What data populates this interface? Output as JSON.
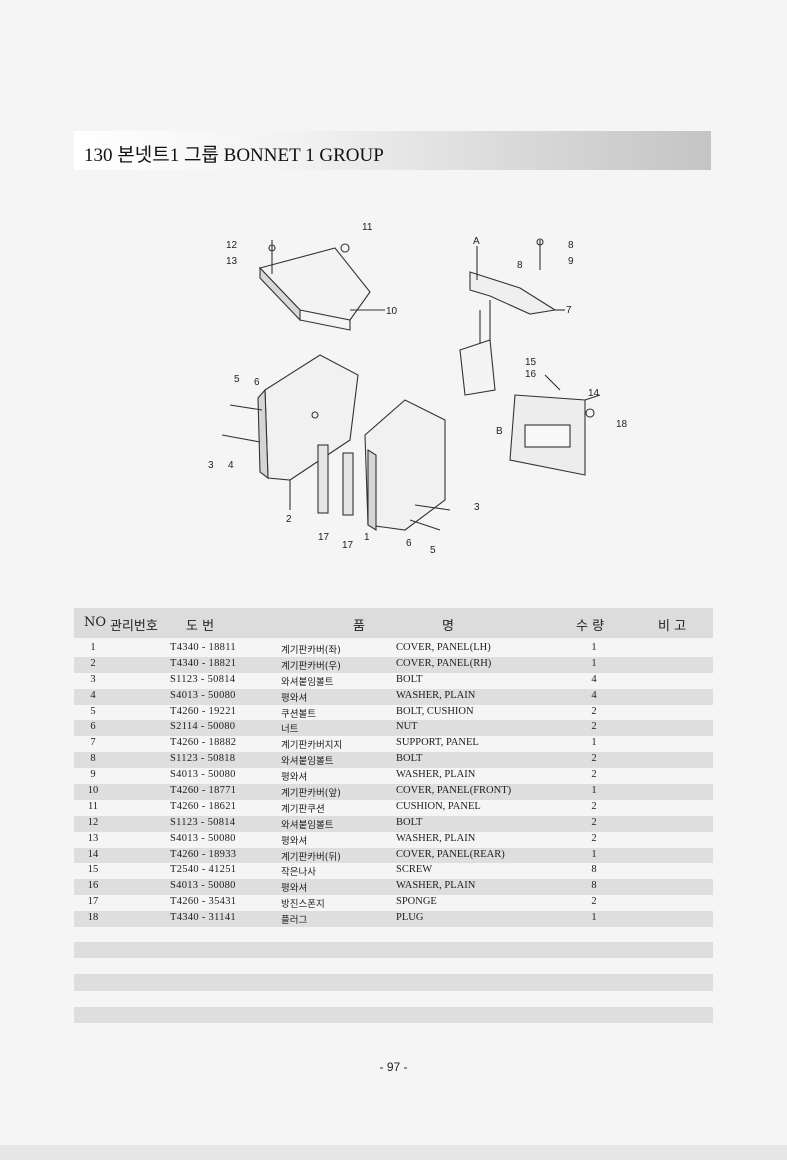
{
  "section": {
    "title": "130  본넷트1 그룹 BONNET 1 GROUP"
  },
  "diagram": {
    "callouts": [
      "11",
      "12",
      "13",
      "10",
      "A",
      "8",
      "9",
      "8",
      "7",
      "5",
      "6",
      "15",
      "16",
      "14",
      "18",
      "B",
      "3",
      "4",
      "2",
      "17",
      "17",
      "1",
      "3",
      "6",
      "5"
    ]
  },
  "table": {
    "headers": {
      "no": "NO",
      "mgmt": "관리번호",
      "drawing": "도    번",
      "name_a": "품",
      "name_b": "명",
      "qty": "수 량",
      "remark": "비 고"
    },
    "rows": [
      {
        "no": "1",
        "part": "T4340 - 18811",
        "kor": "계기판카버(좌)",
        "eng": "COVER, PANEL(LH)",
        "qty": "1"
      },
      {
        "no": "2",
        "part": "T4340 - 18821",
        "kor": "계기판카버(우)",
        "eng": "COVER, PANEL(RH)",
        "qty": "1"
      },
      {
        "no": "3",
        "part": "S1123 - 50814",
        "kor": "와셔붙임볼트",
        "eng": "BOLT",
        "qty": "4"
      },
      {
        "no": "4",
        "part": "S4013 - 50080",
        "kor": "평와셔",
        "eng": "WASHER, PLAIN",
        "qty": "4"
      },
      {
        "no": "5",
        "part": "T4260 - 19221",
        "kor": "쿠션볼트",
        "eng": "BOLT, CUSHION",
        "qty": "2"
      },
      {
        "no": "6",
        "part": "S2114 - 50080",
        "kor": "너트",
        "eng": "NUT",
        "qty": "2"
      },
      {
        "no": "7",
        "part": "T4260 - 18882",
        "kor": "계기판카버지지",
        "eng": "SUPPORT, PANEL",
        "qty": "1"
      },
      {
        "no": "8",
        "part": "S1123 - 50818",
        "kor": "와셔붙임볼트",
        "eng": "BOLT",
        "qty": "2"
      },
      {
        "no": "9",
        "part": "S4013 - 50080",
        "kor": "평와셔",
        "eng": "WASHER, PLAIN",
        "qty": "2"
      },
      {
        "no": "10",
        "part": "T4260 - 18771",
        "kor": "계기판카버(앞)",
        "eng": "COVER, PANEL(FRONT)",
        "qty": "1"
      },
      {
        "no": "11",
        "part": "T4260 - 18621",
        "kor": "계기판쿠션",
        "eng": "CUSHION, PANEL",
        "qty": "2"
      },
      {
        "no": "12",
        "part": "S1123 - 50814",
        "kor": "와셔붙임볼트",
        "eng": "BOLT",
        "qty": "2"
      },
      {
        "no": "13",
        "part": "S4013 - 50080",
        "kor": "평와셔",
        "eng": "WASHER, PLAIN",
        "qty": "2"
      },
      {
        "no": "14",
        "part": "T4260 - 18933",
        "kor": "계기판카버(뒤)",
        "eng": "COVER, PANEL(REAR)",
        "qty": "1"
      },
      {
        "no": "15",
        "part": "T2540 - 41251",
        "kor": "작은나사",
        "eng": "SCREW",
        "qty": "8"
      },
      {
        "no": "16",
        "part": "S4013 - 50080",
        "kor": "평와셔",
        "eng": "WASHER, PLAIN",
        "qty": "8"
      },
      {
        "no": "17",
        "part": "T4260 - 35431",
        "kor": "방진스폰지",
        "eng": "SPONGE",
        "qty": "2"
      },
      {
        "no": "18",
        "part": "T4340 - 31141",
        "kor": "플러그",
        "eng": "PLUG",
        "qty": "1"
      }
    ]
  },
  "footer": {
    "page": "- 97 -"
  }
}
